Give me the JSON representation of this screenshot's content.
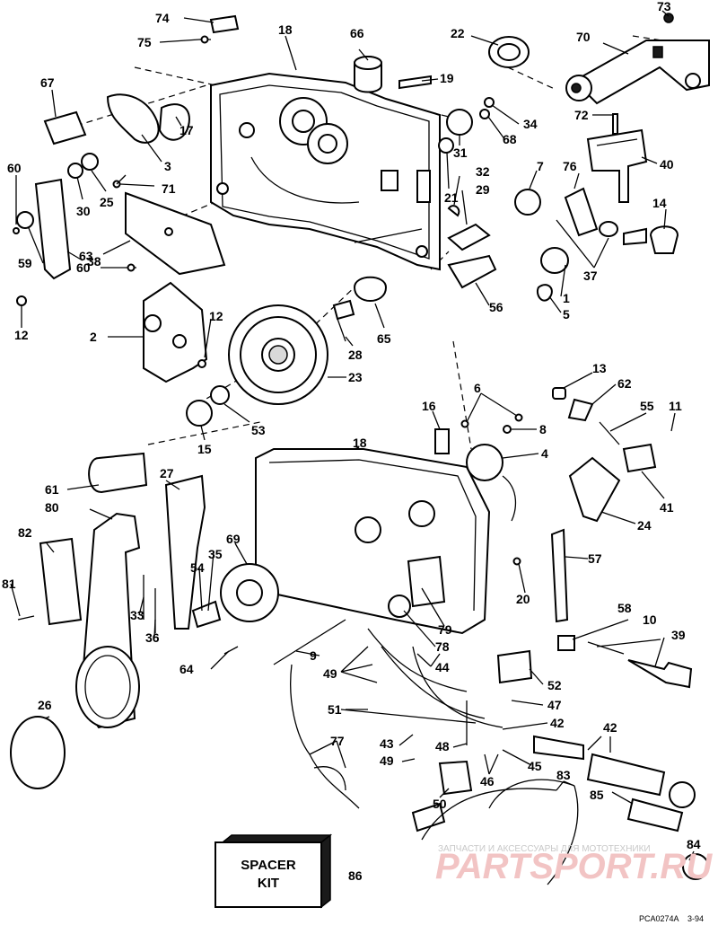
{
  "spacer_kit": {
    "line1": "SPACER",
    "line2": "KIT",
    "number": "86"
  },
  "watermark": {
    "top": "ЗАПЧАСТИ И АКСЕССУАРЫ ДЛЯ МОТОТЕХНИКИ",
    "logo": "PARTSPORT.RU"
  },
  "drawing_code": {
    "id": "PCA0274A",
    "date": "3-94"
  },
  "callouts": [
    {
      "n": "74"
    },
    {
      "n": "75"
    },
    {
      "n": "18"
    },
    {
      "n": "66"
    },
    {
      "n": "22"
    },
    {
      "n": "73"
    },
    {
      "n": "70"
    },
    {
      "n": "67"
    },
    {
      "n": "19"
    },
    {
      "n": "34"
    },
    {
      "n": "72"
    },
    {
      "n": "17"
    },
    {
      "n": "3"
    },
    {
      "n": "31"
    },
    {
      "n": "68"
    },
    {
      "n": "60"
    },
    {
      "n": "30"
    },
    {
      "n": "25"
    },
    {
      "n": "71"
    },
    {
      "n": "38"
    },
    {
      "n": "21"
    },
    {
      "n": "32"
    },
    {
      "n": "7"
    },
    {
      "n": "76"
    },
    {
      "n": "40"
    },
    {
      "n": "29"
    },
    {
      "n": "14"
    },
    {
      "n": "63"
    },
    {
      "n": "59"
    },
    {
      "n": "60"
    },
    {
      "n": "37"
    },
    {
      "n": "56"
    },
    {
      "n": "1"
    },
    {
      "n": "5"
    },
    {
      "n": "12"
    },
    {
      "n": "12"
    },
    {
      "n": "65"
    },
    {
      "n": "2"
    },
    {
      "n": "28"
    },
    {
      "n": "23"
    },
    {
      "n": "13"
    },
    {
      "n": "62"
    },
    {
      "n": "6"
    },
    {
      "n": "16"
    },
    {
      "n": "55"
    },
    {
      "n": "11"
    },
    {
      "n": "8"
    },
    {
      "n": "15"
    },
    {
      "n": "53"
    },
    {
      "n": "18"
    },
    {
      "n": "4"
    },
    {
      "n": "27"
    },
    {
      "n": "41"
    },
    {
      "n": "61"
    },
    {
      "n": "24"
    },
    {
      "n": "80"
    },
    {
      "n": "82"
    },
    {
      "n": "69"
    },
    {
      "n": "35"
    },
    {
      "n": "57"
    },
    {
      "n": "54"
    },
    {
      "n": "81"
    },
    {
      "n": "33"
    },
    {
      "n": "20"
    },
    {
      "n": "36"
    },
    {
      "n": "79"
    },
    {
      "n": "58"
    },
    {
      "n": "10"
    },
    {
      "n": "39"
    },
    {
      "n": "78"
    },
    {
      "n": "9"
    },
    {
      "n": "64"
    },
    {
      "n": "49"
    },
    {
      "n": "44"
    },
    {
      "n": "52"
    },
    {
      "n": "47"
    },
    {
      "n": "26"
    },
    {
      "n": "51"
    },
    {
      "n": "42"
    },
    {
      "n": "42"
    },
    {
      "n": "77"
    },
    {
      "n": "43"
    },
    {
      "n": "48"
    },
    {
      "n": "49"
    },
    {
      "n": "45"
    },
    {
      "n": "46"
    },
    {
      "n": "83"
    },
    {
      "n": "50"
    },
    {
      "n": "85"
    },
    {
      "n": "84"
    }
  ]
}
